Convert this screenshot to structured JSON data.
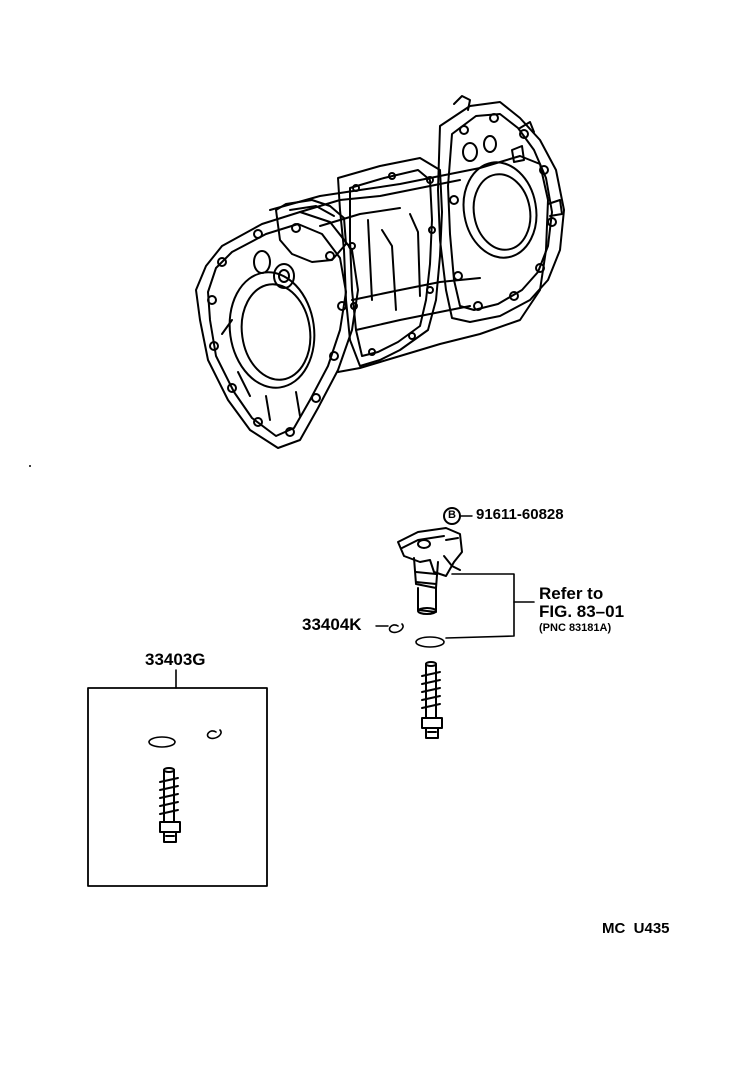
{
  "diagram": {
    "parts": {
      "kit_number": "33403G",
      "o_ring_number": "33404K",
      "bolt_number": "91611-60828",
      "bolt_symbol": "B"
    },
    "reference": {
      "line1": "Refer to",
      "line2": "FIG. 83–01",
      "line3": "(PNC 83181A)"
    },
    "footer_code": "MC  U435"
  }
}
